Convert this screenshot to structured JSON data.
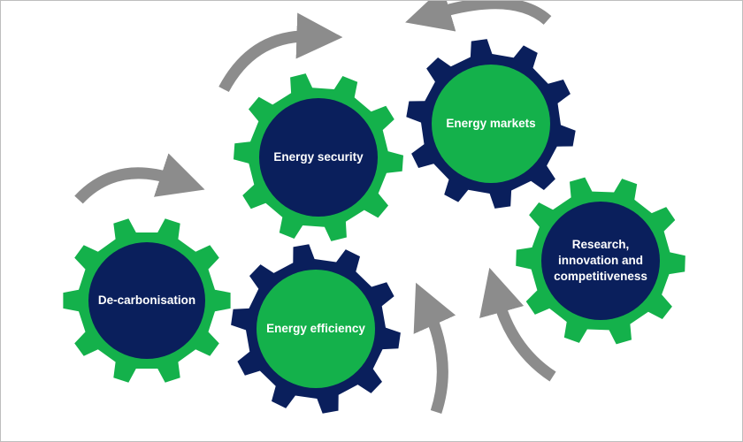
{
  "colors": {
    "green": "#14b14b",
    "navy": "#0a1f5c",
    "arrow": "#8c8c8c",
    "label": "#ffffff"
  },
  "gears": [
    {
      "id": "de-carbonisation",
      "label": "De-carbonisation",
      "outer": "green",
      "inner": "navy"
    },
    {
      "id": "energy-efficiency",
      "label": "Energy efficiency",
      "outer": "navy",
      "inner": "green"
    },
    {
      "id": "energy-security",
      "label": "Energy security",
      "outer": "green",
      "inner": "navy"
    },
    {
      "id": "energy-markets",
      "label": "Energy markets",
      "outer": "navy",
      "inner": "green"
    },
    {
      "id": "research",
      "label": "Research,\ninnovation and\ncompetitiveness",
      "outer": "green",
      "inner": "navy"
    }
  ],
  "arrows": [
    {
      "id": "arrow-over-de-carbonisation",
      "icon": "curved-arrow-icon"
    },
    {
      "id": "arrow-over-energy-security",
      "icon": "curved-arrow-icon"
    },
    {
      "id": "arrow-over-energy-markets",
      "icon": "curved-arrow-icon"
    },
    {
      "id": "arrow-below-energy-efficiency",
      "icon": "curved-arrow-icon"
    },
    {
      "id": "arrow-below-research",
      "icon": "curved-arrow-icon"
    }
  ]
}
